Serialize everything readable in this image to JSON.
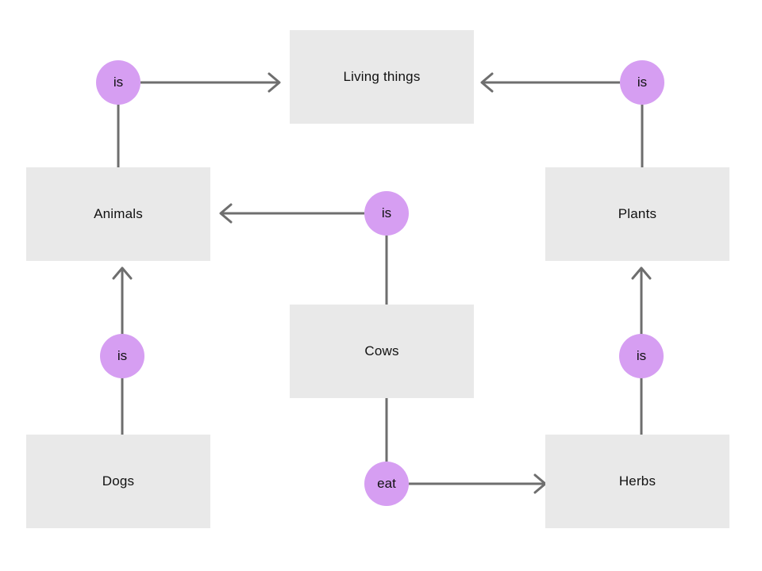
{
  "diagram": {
    "type": "concept-map",
    "nodes": [
      {
        "id": "living-things",
        "label": "Living things"
      },
      {
        "id": "animals",
        "label": "Animals"
      },
      {
        "id": "plants",
        "label": "Plants"
      },
      {
        "id": "cows",
        "label": "Cows"
      },
      {
        "id": "dogs",
        "label": "Dogs"
      },
      {
        "id": "herbs",
        "label": "Herbs"
      }
    ],
    "edges": [
      {
        "from": "Animals",
        "label": "is",
        "to": "Living things"
      },
      {
        "from": "Plants",
        "label": "is",
        "to": "Living things"
      },
      {
        "from": "Cows",
        "label": "is",
        "to": "Animals"
      },
      {
        "from": "Dogs",
        "label": "is",
        "to": "Animals"
      },
      {
        "from": "Herbs",
        "label": "is",
        "to": "Plants"
      },
      {
        "from": "Cows",
        "label": "eat",
        "to": "Herbs"
      }
    ],
    "colors": {
      "background": "#ffffff",
      "node_fill": "#e9e9e9",
      "relation_fill": "#d69ef2",
      "connector": "#6e6e6e",
      "text": "#111111"
    }
  }
}
